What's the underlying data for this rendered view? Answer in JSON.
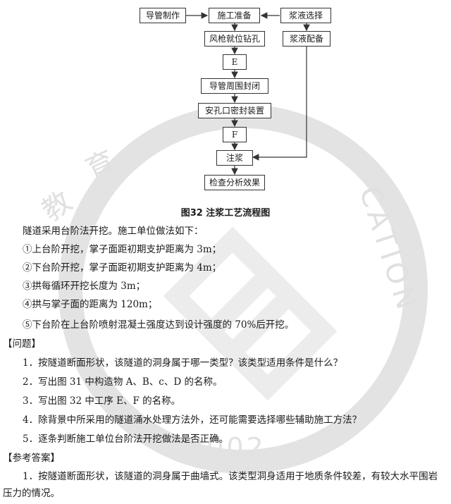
{
  "flowchart": {
    "boxes": {
      "conduit_make": "导管制作",
      "construction_prep": "施工准备",
      "slurry_select": "浆液选择",
      "drill_position": "风枪就位钻孔",
      "step_e": "E",
      "slurry_mix": "浆液配备",
      "conduit_seal": "导管周围封闭",
      "orifice_seal": "安孔口密封装置",
      "step_f": "F",
      "grouting": "注浆",
      "inspect": "检查分析效果"
    },
    "caption": "图32 注浆工艺流程图"
  },
  "background": {
    "intro": "隧道采用台阶法开挖。施工单位做法如下：",
    "items": [
      "①上台阶开挖，掌子面距初期支护距离为 3m；",
      "②下台阶开挖，掌子面距初期支护距离为 4m；",
      "③拱每循环开挖长度为 3m；",
      "④拱与掌子面的距离为 120m；",
      "⑤下台阶在上台阶喷射混凝土强度达到设计强度的 70%后开挖。"
    ]
  },
  "questions": {
    "heading": "【问题】",
    "items": [
      "1．按隧道断面形状，该隧道的洞身属于哪一类型？该类型适用条件是什么？",
      "2．写出图 31 中构造物 A、B、c、D 的名称。",
      "3．写出图 32 中工序 E、F 的名称。",
      "4．除背景中所采用的隧道涌水处理方法外，还可能需要选择哪些辅助施工方法？",
      "5．逐条判断施工单位台阶法开挖做法是否正确。"
    ]
  },
  "answers": {
    "heading": "【参考答案】",
    "items": [
      "1．按隧道断面形状，该隧道的洞身属于曲墙式。该类型洞身适用于地质条件较差，有较大水平围岩压力的情况。"
    ]
  },
  "watermark": {
    "chars": [
      "教",
      "育"
    ],
    "latin": "CATION",
    "year": "2002"
  },
  "colors": {
    "text": "#1a1a1a",
    "border": "#333333",
    "watermark": "#d9d9d9"
  }
}
